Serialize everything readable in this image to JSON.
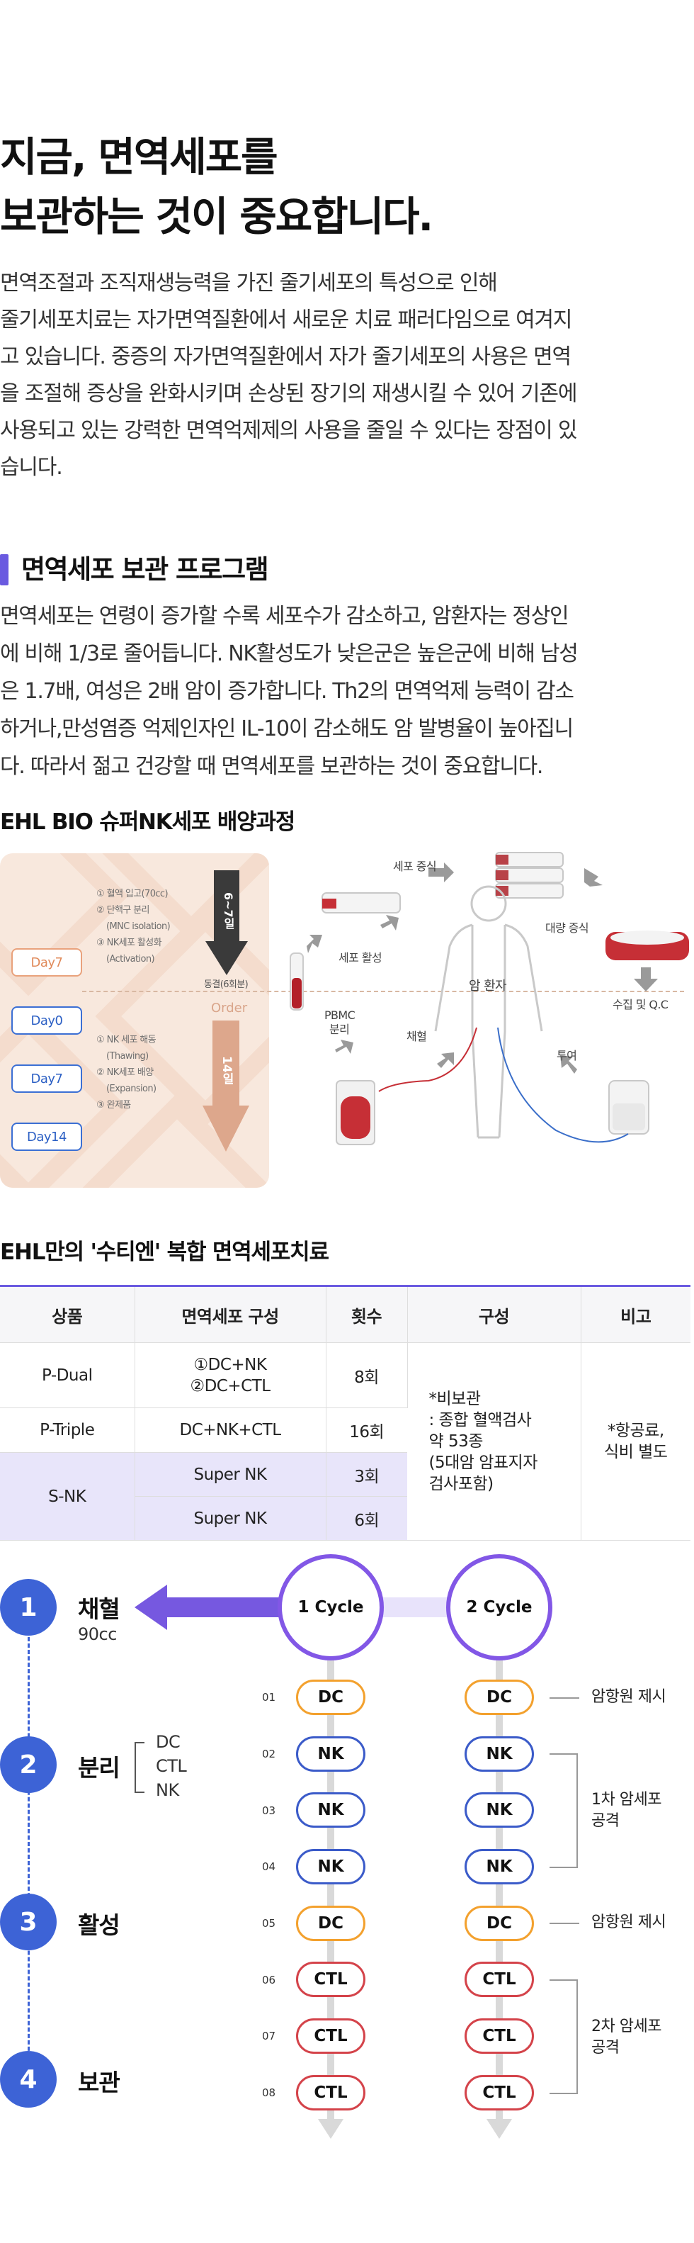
{
  "title_lines": [
    "지금, 면역세포를",
    "보관하는 것이 중요합니다."
  ],
  "intro_lines": [
    "면역조절과 조직재생능력을 가진 줄기세포의 특성으로 인해",
    "줄기세포치료는 자가면역질환에서 새로운 치료 패러다임으로 여겨지",
    "고 있습니다. 중증의 자가면역질환에서 자가 줄기세포의 사용은 면역",
    "을 조절해 증상을 완화시키며 손상된 장기의 재생시킬 수 있어 기존에",
    "사용되고 있는 강력한 면역억제제의 사용을 줄일 수 있다는 장점이 있",
    "습니다."
  ],
  "section": {
    "title": "면역세포 보관 프로그램",
    "text_lines": [
      "면역세포는 연령이 증가할 수록 세포수가 감소하고, 암환자는 정상인",
      "에 비해 1/3로 줄어듭니다. NK활성도가 낮은군은 높은군에 비해 남성",
      "은 1.7배, 여성은 2배 암이 증가합니다. Th2의 면역억제 능력이 감소",
      "하거나,만성염증 억제인자인 IL-10이 감소해도 암 발병율이 높아집니",
      "다. 따라서 젊고 건강할 때 면역세포를 보관하는 것이 중요합니다."
    ]
  },
  "culture": {
    "heading": "EHL BIO 슈퍼NK세포 배양과정",
    "days": [
      "Day7",
      "Day0",
      "Day7",
      "Day14"
    ],
    "upper_steps": [
      "① 혈액 입고(70cc)",
      "② 단핵구 분리",
      "(MNC isolation)",
      "③ NK세포 활성화",
      "(Activation)"
    ],
    "lower_steps": [
      "① NK 세포 해동",
      "(Thawing)",
      "② NK세포 배양",
      "(Expansion)",
      "③ 완제품"
    ],
    "arrow1_label": "6~7일",
    "arrow1_caption": "동결(6회분)",
    "order_label": "Order",
    "arrow2_label": "14일",
    "diagram_labels": {
      "growth": "세포 증식",
      "mass": "대량 증식",
      "activation": "세포 활성",
      "patient": "암 환자",
      "collect_qc": "수집 및 Q.C",
      "pbmc": "PBMC",
      "separate": "분리",
      "draw": "채혈",
      "admin": "투여"
    }
  },
  "combo": {
    "heading": "EHL만의 '수티엔' 복합 면역세포치료",
    "headers": [
      "상품",
      "면역세포 구성",
      "횟수",
      "구성",
      "비고"
    ],
    "rows": [
      {
        "product": "P-Dual",
        "comp_lines": [
          "①DC+NK",
          "②DC+CTL"
        ],
        "count": "8회"
      },
      {
        "product": "P-Triple",
        "comp": "DC+NK+CTL",
        "count": "16회"
      },
      {
        "product": "S-NK",
        "comp": "Super NK",
        "count": "3회"
      },
      {
        "comp": "Super NK",
        "count": "6회"
      }
    ],
    "config_lines": [
      "*비보관",
      ": 종합 혈액검사",
      "약 53종",
      "(5대암 암표지자",
      "검사포함)"
    ],
    "note_lines": [
      "*항공료,",
      "식비 별도"
    ]
  },
  "cycle": {
    "steps": [
      {
        "num": "1",
        "label": "채혈",
        "sub": "90cc"
      },
      {
        "num": "2",
        "label": "분리",
        "subs": [
          "DC",
          "CTL",
          "NK"
        ]
      },
      {
        "num": "3",
        "label": "활성"
      },
      {
        "num": "4",
        "label": "보관"
      }
    ],
    "cycle_labels": [
      "1 Cycle",
      "2 Cycle"
    ],
    "row_numbers": [
      "01",
      "02",
      "03",
      "04",
      "05",
      "06",
      "07",
      "08"
    ],
    "pills": [
      "DC",
      "NK",
      "NK",
      "NK",
      "DC",
      "CTL",
      "CTL",
      "CTL"
    ],
    "notes": {
      "antigen1": "암항원 제시",
      "attack1": [
        "1차 암세포",
        "공격"
      ],
      "antigen2": "암항원 제시",
      "attack2": [
        "2차 암세포",
        "공격"
      ]
    },
    "colors": {
      "dc": "#f3a12e",
      "nk": "#3b5bc9",
      "ctl": "#d4434a",
      "accent": "#8257e6",
      "step": "#3d63d6"
    }
  }
}
